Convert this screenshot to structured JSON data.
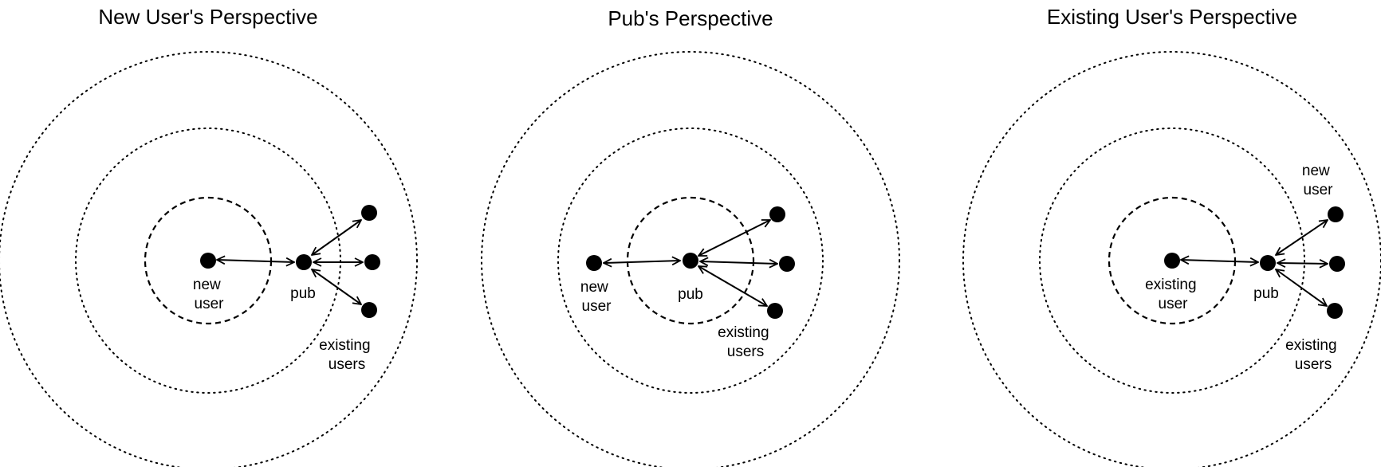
{
  "panels": [
    {
      "title": "New User's Perspective",
      "labels": {
        "center": [
          "new",
          "user"
        ],
        "pub": [
          "pub"
        ],
        "existing": [
          "existing",
          "users"
        ]
      }
    },
    {
      "title": "Pub's Perspective",
      "labels": {
        "new_user": [
          "new",
          "user"
        ],
        "pub": [
          "pub"
        ],
        "existing": [
          "existing",
          "users"
        ]
      }
    },
    {
      "title": "Existing User's Perspective",
      "labels": {
        "center": [
          "existing",
          "user"
        ],
        "pub": [
          "pub"
        ],
        "new_user": [
          "new",
          "user"
        ],
        "existing": [
          "existing",
          "users"
        ]
      }
    }
  ]
}
